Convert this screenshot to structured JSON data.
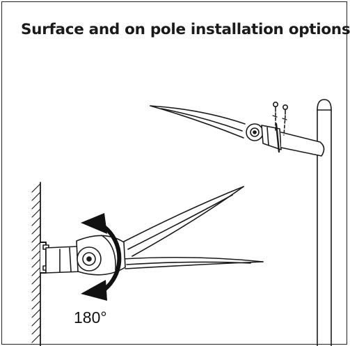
{
  "title": "Surface and on pole installation options.",
  "rotation_label": "180°",
  "colors": {
    "line": "#1a1a1a",
    "background": "#ffffff",
    "arrow": "#111111"
  },
  "figures": [
    {
      "name": "pole-mounted-luminaire",
      "mount": "pole"
    },
    {
      "name": "wall-mounted-luminaire",
      "mount": "surface",
      "rotation": "180°"
    }
  ]
}
